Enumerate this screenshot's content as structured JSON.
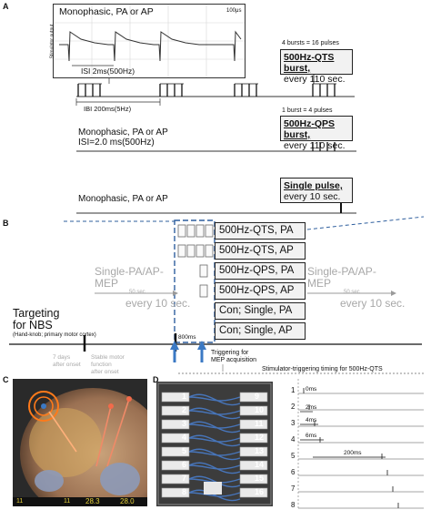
{
  "panels": {
    "a": "A",
    "b": "B",
    "c": "C",
    "d": "D"
  },
  "panel_a": {
    "inset_title": "Monophasic, PA or AP",
    "inset_scale": "100μs",
    "inset_isi": "ISI 2ms(500Hz)",
    "inset_ylabel": "Stimulator output",
    "ibi_label": "IBI 200ms(5Hz)",
    "qts_note": "4 bursts = 16 pulses",
    "qts_box_line1": "500Hz-QTS burst,",
    "qts_box_line2": "every 110 sec.",
    "qps_note": "1 burst = 4 pulses",
    "qps_box_line1": "500Hz-QPS burst,",
    "qps_box_line2": "every 110 sec.",
    "row2_line1": "Monophasic, PA or AP",
    "row2_line2": "ISI=2.0 ms(500Hz)",
    "single_box_line1": "Single pulse,",
    "single_box_line2": "every 10 sec.",
    "row3_label": "Monophasic, PA or AP"
  },
  "panel_b": {
    "conditions": [
      "500Hz-QTS, PA",
      "500Hz-QTS, AP",
      "500Hz-QPS, PA",
      "500Hz-QPS, AP",
      "Con; Single, PA",
      "Con; Single, AP"
    ],
    "left_label_line1": "Single-PA/AP-",
    "left_label_line2": "MEP",
    "left_sub": "50 sec",
    "left_every": "every 10 sec.",
    "right_label_line1": "Single-PA/AP-",
    "right_label_line2": "MEP",
    "right_sub": "50 sec",
    "right_every": "every 10 sec.",
    "targeting_line1": "Targeting",
    "targeting_line2": "for NBS",
    "targeting_sub": "(Hand-knob; primary motor cortex)",
    "days_label_line1": "7 days",
    "days_label_line2": "after onset",
    "stable_line1": "Stable motor",
    "stable_line2": "function",
    "stable_line3": "after onset",
    "duration": "800ms",
    "trigger_line1": "Triggering for",
    "trigger_line2": "MEP acquisition",
    "timing_note": "Stimulator-triggering timing for 500Hz-QTS"
  },
  "panel_c": {
    "readout_1": "11",
    "readout_2": "11",
    "readout_3": "28.3",
    "readout_4": "28.0"
  },
  "panel_d": {
    "left_numbers": [
      "1",
      "2",
      "3",
      "4",
      "5",
      "6",
      "7",
      "8"
    ],
    "right_numbers": [
      "9",
      "10",
      "11",
      "12",
      "13",
      "14",
      "15",
      "16"
    ],
    "channels": [
      "1",
      "2",
      "3",
      "4",
      "5",
      "6",
      "7",
      "8"
    ],
    "t0": "0ms",
    "t2": "2ms",
    "t4": "4ms",
    "t6": "6ms",
    "t200": "200ms"
  },
  "colors": {
    "accent_blue": "#3b79c4",
    "dashed_blue": "#2f5f9e",
    "grey_text": "#a8a8a8",
    "box_fill": "#f2f2f2"
  }
}
